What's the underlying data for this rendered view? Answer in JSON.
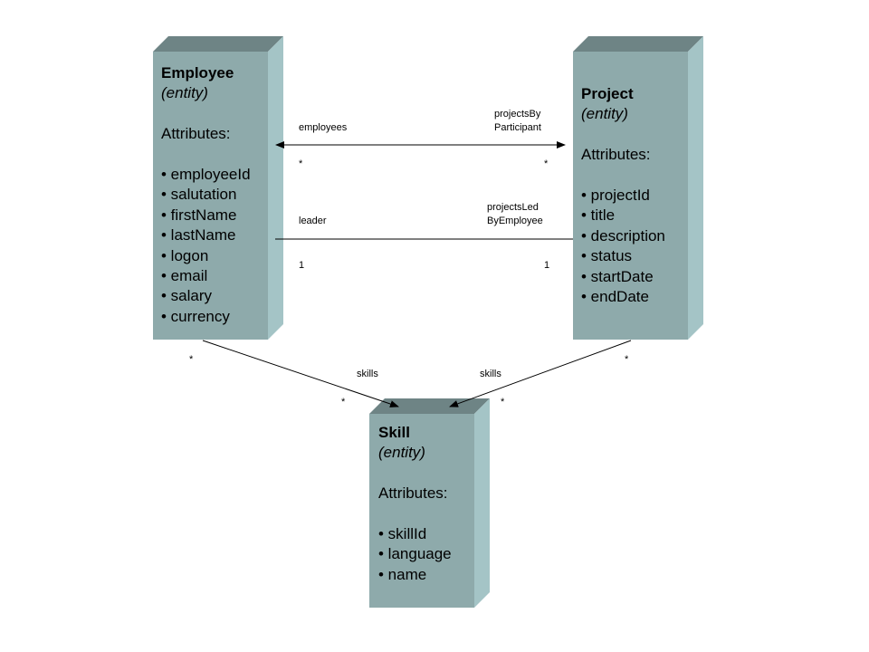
{
  "colors": {
    "box_front": "#8eaaab",
    "box_side": "#a4c4c6",
    "box_top": "#6e8485",
    "line": "#000000"
  },
  "entities": {
    "employee": {
      "name": "Employee",
      "stereotype": "(entity)",
      "attributes_label": "Attributes:",
      "attributes": [
        "• employeeId",
        "• salutation",
        "• firstName",
        "• lastName",
        "• logon",
        "• email",
        "• salary",
        "• currency"
      ]
    },
    "project": {
      "name": "Project",
      "stereotype": "(entity)",
      "attributes_label": "Attributes:",
      "attributes": [
        "• projectId",
        "• title",
        "• description",
        "• status",
        "• startDate",
        "• endDate"
      ]
    },
    "skill": {
      "name": "Skill",
      "stereotype": "(entity)",
      "attributes_label": "Attributes:",
      "attributes": [
        "• skillId",
        "• language",
        "• name"
      ]
    }
  },
  "associations": {
    "participation": {
      "left_role": "employees",
      "right_role_1": "projectsBy",
      "right_role_2": "Participant",
      "left_mult": "*",
      "right_mult": "*"
    },
    "leadership": {
      "left_role": "leader",
      "right_role_1": "projectsLed",
      "right_role_2": "ByEmployee",
      "left_mult": "1",
      "right_mult": "1"
    },
    "employee_skills": {
      "role": "skills",
      "source_mult": "*",
      "target_mult": "*"
    },
    "project_skills": {
      "role": "skills",
      "source_mult": "*",
      "target_mult": "*"
    }
  }
}
